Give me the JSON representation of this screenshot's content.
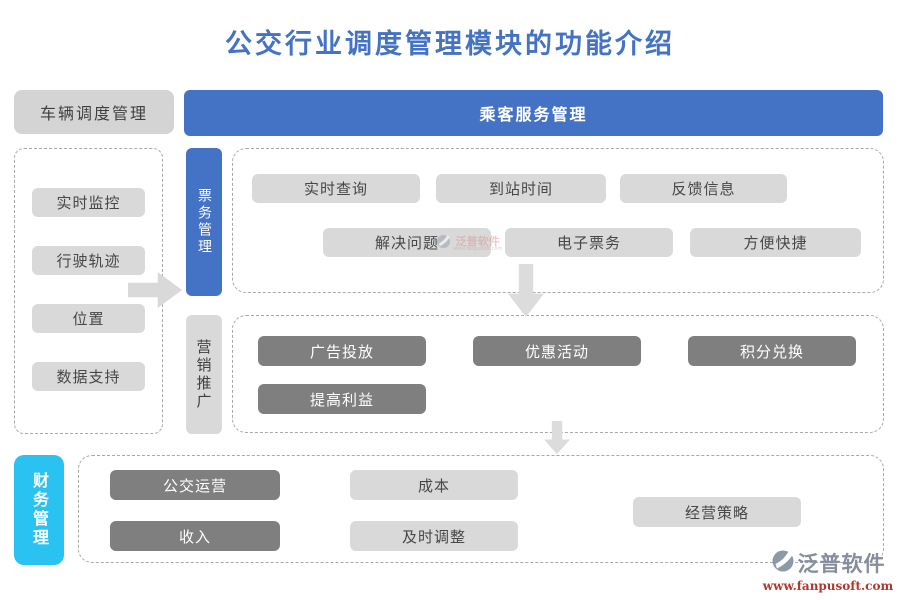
{
  "title": "公交行业调度管理模块的功能介绍",
  "palette": {
    "blue": "#4472C4",
    "light_gray": "#D9D9D9",
    "dark_gray": "#7F7F7F",
    "cyan": "#29C2F1",
    "url_red": "#B2372C"
  },
  "vehicle_panel": {
    "header": "车辆调度管理",
    "items": [
      "实时监控",
      "行驶轨迹",
      "位置",
      "数据支持"
    ]
  },
  "banner": "乘客服务管理",
  "ticket_section": {
    "label": "票务管理",
    "row1": [
      "实时查询",
      "到站时间",
      "反馈信息"
    ],
    "row2": [
      "解决问题",
      "电子票务",
      "方便快捷"
    ]
  },
  "marketing_section": {
    "label": "营销推广",
    "row1": [
      "广告投放",
      "优惠活动",
      "积分兑换"
    ],
    "row2": [
      "提高利益"
    ]
  },
  "finance_section": {
    "label": "财务管理",
    "row1_dark": "公交运营",
    "row1_light": "成本",
    "row2_dark": "收入",
    "row2_light": "及时调整",
    "right_light": "经营策略"
  },
  "logo": {
    "name": "泛普软件",
    "url": "www.fanpusoft.com"
  }
}
